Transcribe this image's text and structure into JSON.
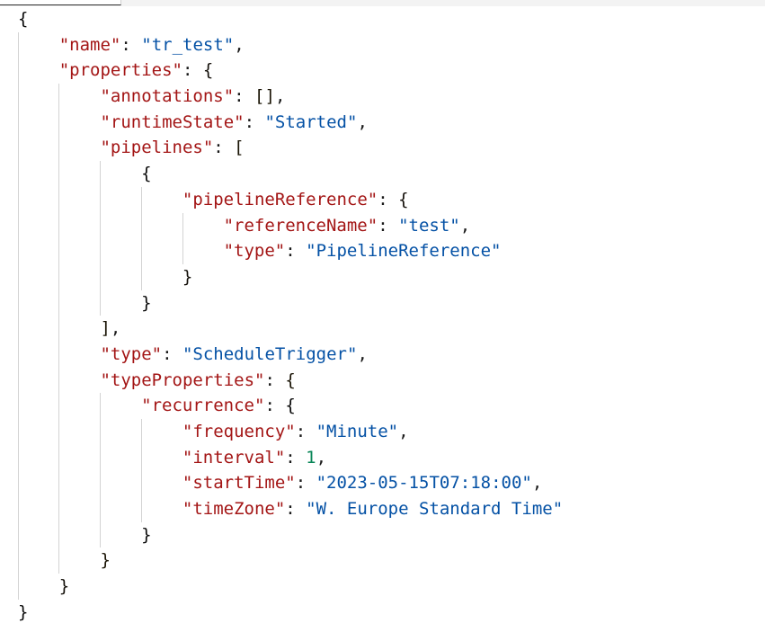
{
  "window": {
    "tab_label": "",
    "editor_language": "json"
  },
  "theme": {
    "background": "#ffffff",
    "key_color": "#a31515",
    "string_color": "#0451a5",
    "number_color": "#098658",
    "punctuation_color": "#1a1a1a",
    "indent_guide_color": "#d3d3d3",
    "chrome_color": "#f3f3f3",
    "band_color": "#eeeef0"
  },
  "document": {
    "char_width": 11.43,
    "line_height": 28.7,
    "indent_unit_spaces": 4,
    "indent_guide_x": [
      20,
      65,
      111,
      157,
      203
    ],
    "lines": [
      {
        "indent": 0,
        "guides": 0,
        "tokens": [
          {
            "t": "{",
            "c": "b0"
          }
        ]
      },
      {
        "indent": 1,
        "guides": 1,
        "tokens": [
          {
            "t": "\"name\"",
            "c": "k"
          },
          {
            "t": ": ",
            "c": "p"
          },
          {
            "t": "\"tr_test\"",
            "c": "s"
          },
          {
            "t": ",",
            "c": "p"
          }
        ]
      },
      {
        "indent": 1,
        "guides": 1,
        "tokens": [
          {
            "t": "\"properties\"",
            "c": "k"
          },
          {
            "t": ": ",
            "c": "p"
          },
          {
            "t": "{",
            "c": "b1"
          }
        ]
      },
      {
        "indent": 2,
        "guides": 2,
        "tokens": [
          {
            "t": "\"annotations\"",
            "c": "k"
          },
          {
            "t": ": ",
            "c": "p"
          },
          {
            "t": "[]",
            "c": "b2"
          },
          {
            "t": ",",
            "c": "p"
          }
        ]
      },
      {
        "indent": 2,
        "guides": 2,
        "tokens": [
          {
            "t": "\"runtimeState\"",
            "c": "k"
          },
          {
            "t": ": ",
            "c": "p"
          },
          {
            "t": "\"Started\"",
            "c": "s"
          },
          {
            "t": ",",
            "c": "p"
          }
        ]
      },
      {
        "indent": 2,
        "guides": 2,
        "tokens": [
          {
            "t": "\"pipelines\"",
            "c": "k"
          },
          {
            "t": ": ",
            "c": "p"
          },
          {
            "t": "[",
            "c": "b2"
          }
        ]
      },
      {
        "indent": 3,
        "guides": 3,
        "tokens": [
          {
            "t": "{",
            "c": "b0"
          }
        ]
      },
      {
        "indent": 4,
        "guides": 4,
        "tokens": [
          {
            "t": "\"pipelineReference\"",
            "c": "k"
          },
          {
            "t": ": ",
            "c": "p"
          },
          {
            "t": "{",
            "c": "b1"
          }
        ]
      },
      {
        "indent": 5,
        "guides": 5,
        "tokens": [
          {
            "t": "\"referenceName\"",
            "c": "k"
          },
          {
            "t": ": ",
            "c": "p"
          },
          {
            "t": "\"test\"",
            "c": "s"
          },
          {
            "t": ",",
            "c": "p"
          }
        ]
      },
      {
        "indent": 5,
        "guides": 5,
        "tokens": [
          {
            "t": "\"type\"",
            "c": "k"
          },
          {
            "t": ": ",
            "c": "p"
          },
          {
            "t": "\"PipelineReference\"",
            "c": "s"
          }
        ]
      },
      {
        "indent": 4,
        "guides": 4,
        "tokens": [
          {
            "t": "}",
            "c": "b1"
          }
        ]
      },
      {
        "indent": 3,
        "guides": 3,
        "tokens": [
          {
            "t": "}",
            "c": "b0"
          }
        ]
      },
      {
        "indent": 2,
        "guides": 2,
        "tokens": [
          {
            "t": "]",
            "c": "b2"
          },
          {
            "t": ",",
            "c": "p"
          }
        ]
      },
      {
        "indent": 2,
        "guides": 2,
        "tokens": [
          {
            "t": "\"type\"",
            "c": "k"
          },
          {
            "t": ": ",
            "c": "p"
          },
          {
            "t": "\"ScheduleTrigger\"",
            "c": "s"
          },
          {
            "t": ",",
            "c": "p"
          }
        ]
      },
      {
        "indent": 2,
        "guides": 2,
        "tokens": [
          {
            "t": "\"typeProperties\"",
            "c": "k"
          },
          {
            "t": ": ",
            "c": "p"
          },
          {
            "t": "{",
            "c": "b2"
          }
        ]
      },
      {
        "indent": 3,
        "guides": 3,
        "tokens": [
          {
            "t": "\"recurrence\"",
            "c": "k"
          },
          {
            "t": ": ",
            "c": "p"
          },
          {
            "t": "{",
            "c": "b0"
          }
        ]
      },
      {
        "indent": 4,
        "guides": 4,
        "tokens": [
          {
            "t": "\"frequency\"",
            "c": "k"
          },
          {
            "t": ": ",
            "c": "p"
          },
          {
            "t": "\"Minute\"",
            "c": "s"
          },
          {
            "t": ",",
            "c": "p"
          }
        ]
      },
      {
        "indent": 4,
        "guides": 4,
        "tokens": [
          {
            "t": "\"interval\"",
            "c": "k"
          },
          {
            "t": ": ",
            "c": "p"
          },
          {
            "t": "1",
            "c": "n"
          },
          {
            "t": ",",
            "c": "p"
          }
        ]
      },
      {
        "indent": 4,
        "guides": 4,
        "tokens": [
          {
            "t": "\"startTime\"",
            "c": "k"
          },
          {
            "t": ": ",
            "c": "p"
          },
          {
            "t": "\"2023-05-15T07:18:00\"",
            "c": "s"
          },
          {
            "t": ",",
            "c": "p"
          }
        ]
      },
      {
        "indent": 4,
        "guides": 4,
        "tokens": [
          {
            "t": "\"timeZone\"",
            "c": "k"
          },
          {
            "t": ": ",
            "c": "p"
          },
          {
            "t": "\"W. Europe Standard Time\"",
            "c": "s"
          }
        ]
      },
      {
        "indent": 3,
        "guides": 3,
        "tokens": [
          {
            "t": "}",
            "c": "b0"
          }
        ]
      },
      {
        "indent": 2,
        "guides": 2,
        "tokens": [
          {
            "t": "}",
            "c": "b2"
          }
        ]
      },
      {
        "indent": 1,
        "guides": 1,
        "tokens": [
          {
            "t": "}",
            "c": "b1"
          }
        ]
      },
      {
        "indent": 0,
        "guides": 0,
        "tokens": [
          {
            "t": "}",
            "c": "b0"
          }
        ]
      }
    ]
  }
}
